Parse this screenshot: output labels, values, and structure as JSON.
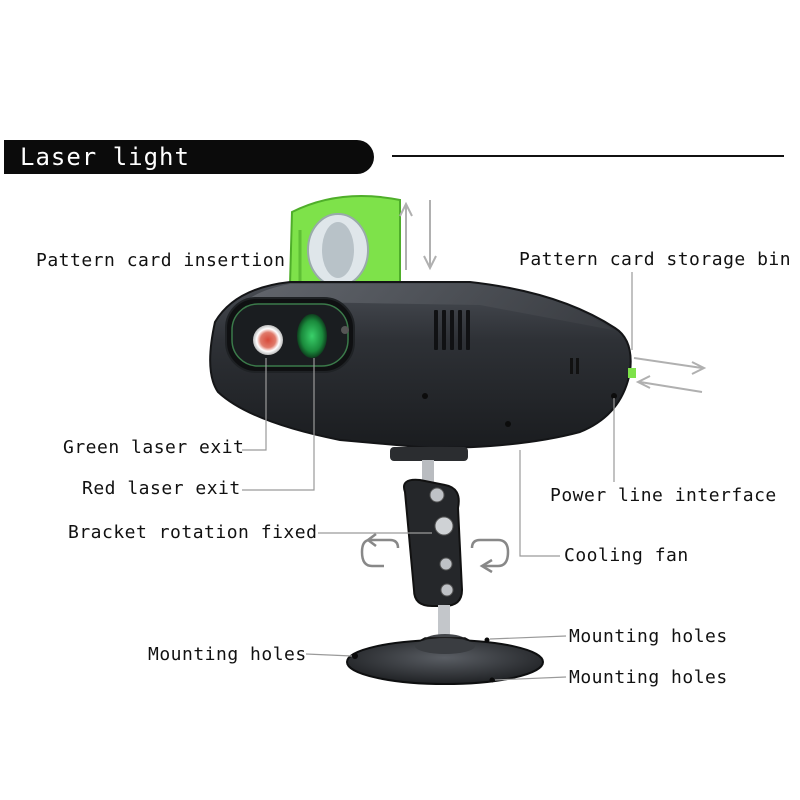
{
  "title": "Laser light description",
  "callouts": {
    "pattern_card_insertion": "Pattern card insertion",
    "pattern_card_storage_bin": "Pattern card storage bin",
    "green_laser_exit": "Green laser exit",
    "red_laser_exit": "Red laser exit",
    "power_line_interface": "Power line interface",
    "bracket_rotation_fixed": "Bracket rotation fixed",
    "cooling_fan": "Cooling fan",
    "mounting_holes_left": "Mounting holes",
    "mounting_holes_top_right": "Mounting holes",
    "mounting_holes_bottom_right": "Mounting holes"
  },
  "colors": {
    "body": "#2b2e33",
    "pattern_card": "#7ee24a",
    "title_bg": "#0b0b0b",
    "leader_line": "#9a9a9a"
  }
}
